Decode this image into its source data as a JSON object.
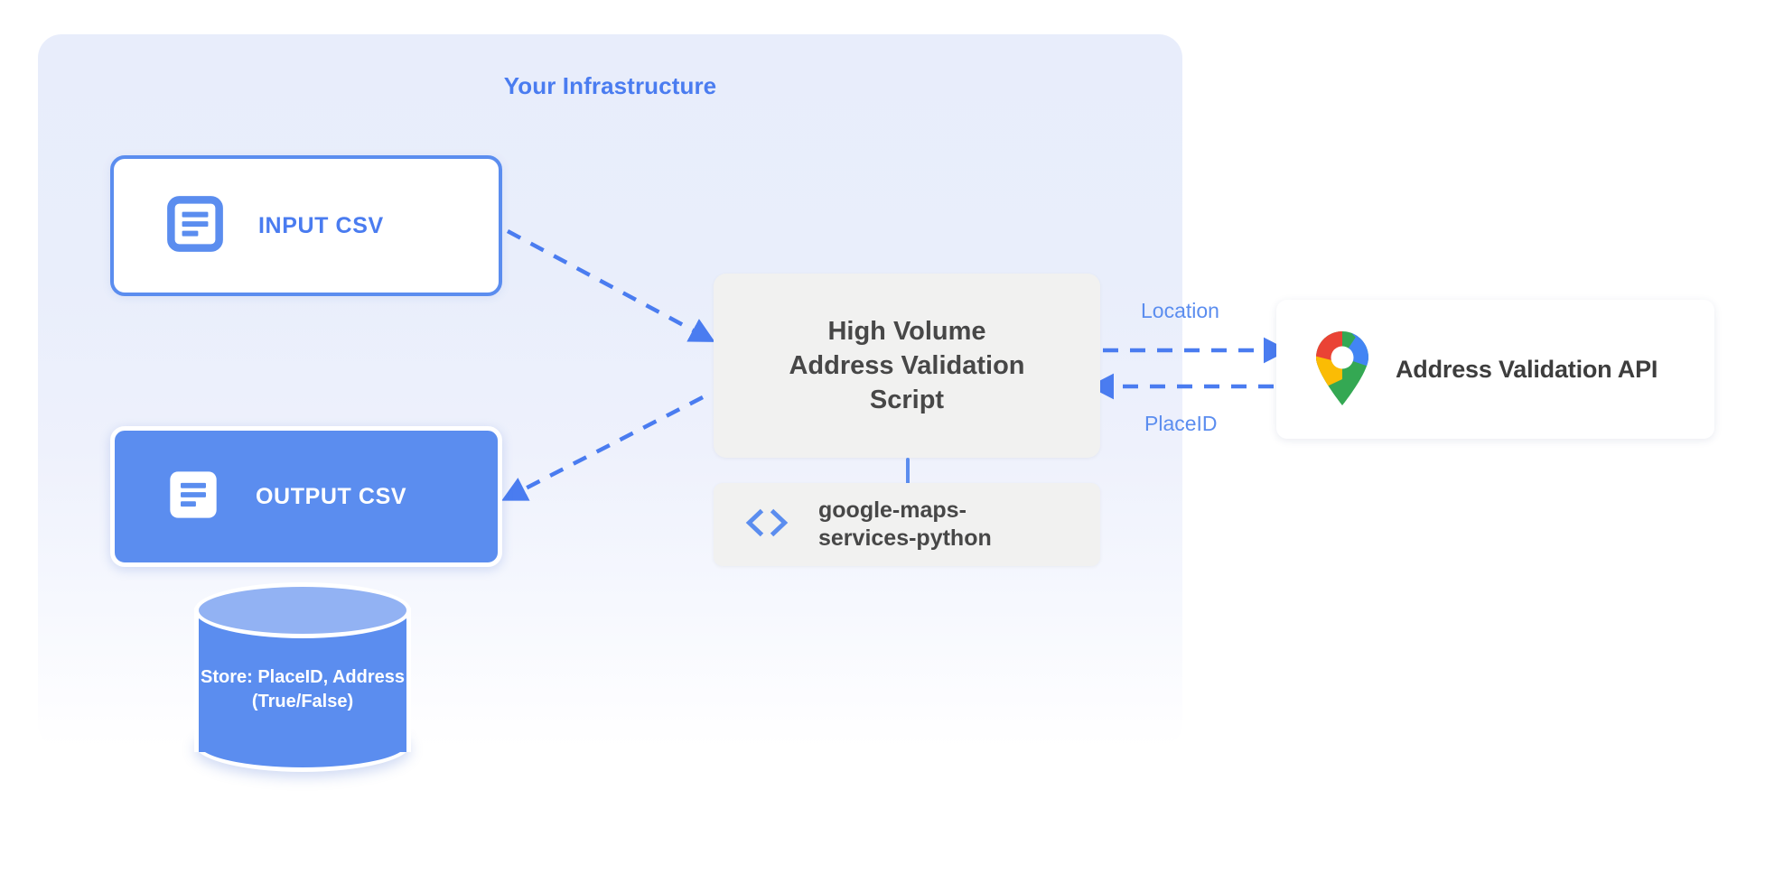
{
  "panel": {
    "title": "Your Infrastructure",
    "accent_color": "#5b8def",
    "background_color": "#e8edfb"
  },
  "nodes": {
    "input_csv": {
      "label": "INPUT CSV",
      "icon": "document-icon",
      "style": "outlined",
      "border_color": "#5b8def",
      "text_color": "#4a7cf0"
    },
    "output_csv": {
      "label": "OUTPUT CSV",
      "icon": "document-icon",
      "style": "filled",
      "fill_color": "#5b8def",
      "text_color": "#ffffff"
    },
    "database": {
      "label": "Store: PlaceID,\nAddress\n(True/False)",
      "icon": "database-cylinder-icon",
      "fill_color": "#5b8def",
      "top_color": "#92b2f3"
    },
    "script": {
      "label": "High Volume\nAddress Validation\nScript",
      "fill_color": "#f1f1f0",
      "text_color": "#474747"
    },
    "library": {
      "label": "google-maps-\nservices-python",
      "icon": "code-brackets-icon",
      "fill_color": "#f1f1f0",
      "text_color": "#474747"
    },
    "api": {
      "label": "Address Validation API",
      "icon": "google-maps-pin-icon",
      "fill_color": "#ffffff",
      "text_color": "#3d3d3d"
    }
  },
  "edges": [
    {
      "id": "input-to-script",
      "from": "input_csv",
      "to": "script",
      "label": "",
      "style": "dashed",
      "direction": "forward",
      "color": "#4a7cf0"
    },
    {
      "id": "script-to-output",
      "from": "script",
      "to": "output_csv",
      "label": "",
      "style": "dashed",
      "direction": "forward",
      "color": "#4a7cf0"
    },
    {
      "id": "script-to-api",
      "from": "script",
      "to": "api",
      "label": "Location",
      "style": "dashed",
      "direction": "forward",
      "color": "#4a7cf0"
    },
    {
      "id": "api-to-script",
      "from": "api",
      "to": "script",
      "label": "PlaceID",
      "style": "dashed",
      "direction": "forward",
      "color": "#4a7cf0"
    }
  ],
  "edge_labels": {
    "location": "Location",
    "placeid": "PlaceID"
  },
  "logo_colors": {
    "google_blue": "#4285f4",
    "google_red": "#ea4335",
    "google_yellow": "#fbbc04",
    "google_green": "#34a853"
  }
}
